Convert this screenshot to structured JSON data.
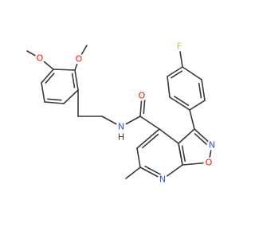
{
  "structure": {
    "atom_labels": {
      "o_methoxy_top": "O",
      "o_methoxy_left": "O",
      "n_amide": "N",
      "h_amide": "H",
      "o_carbonyl": "O",
      "n_isoxazole": "N",
      "o_isoxazole": "O",
      "n_pyridine": "N",
      "f_fluorine": "F"
    },
    "colors": {
      "bond": "#3a3a3a",
      "oxygen": "#ff0d0d",
      "nitrogen": "#3050f8",
      "fluorine": "#90e050",
      "hydrogen": "#3a3a3a"
    }
  }
}
